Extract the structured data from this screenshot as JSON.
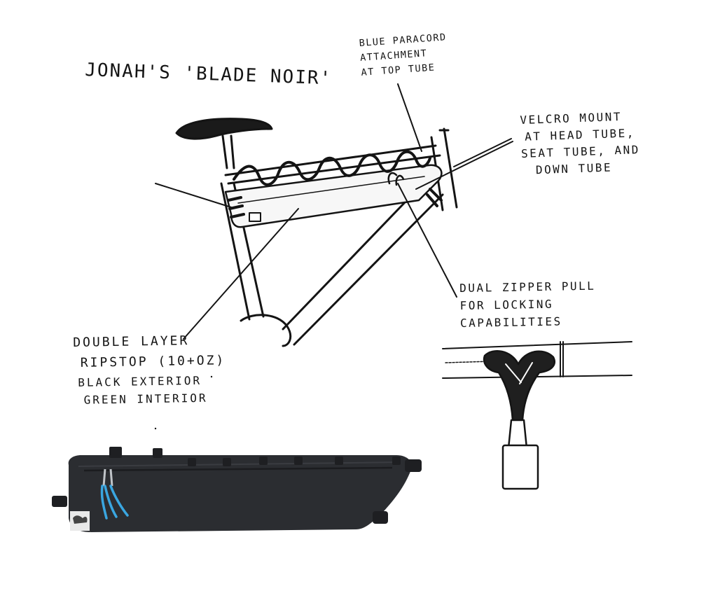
{
  "title": "Jonah's 'Blade Noir'",
  "annotations": {
    "paracord": [
      "Blue paracord",
      "attachment",
      "at top tube"
    ],
    "velcro": [
      "Velcro mount",
      "at head tube,",
      "seat tube, and",
      "down tube"
    ],
    "zipper": [
      "Dual zipper pull",
      "for locking",
      "capabilities"
    ],
    "ripstop": [
      "Double layer",
      "ripstop (10+oz)",
      "black exterior",
      "green interior"
    ]
  },
  "colors": {
    "ink": "#141414",
    "bag_fabric": "#2b2d31",
    "zipper_pull": "#3aa6e0"
  }
}
